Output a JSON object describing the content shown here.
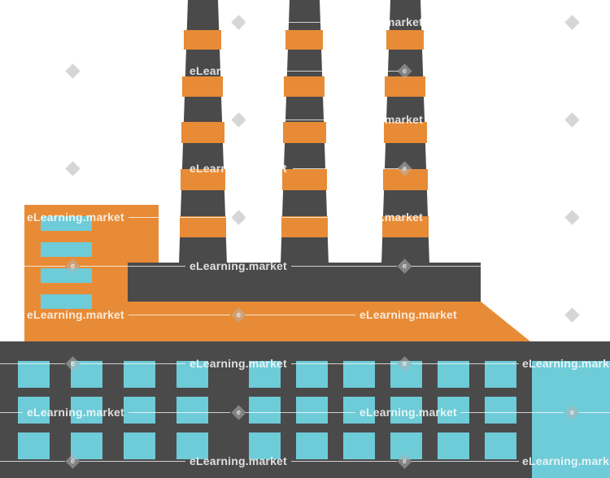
{
  "image": {
    "subject": "factory-illustration",
    "palette": {
      "dark": "#4a4a4a",
      "orange": "#e88b36",
      "window": "#6ecbd8",
      "background": "#ffffff"
    }
  },
  "watermark": {
    "text": "eLearning.market",
    "mark": "e"
  }
}
